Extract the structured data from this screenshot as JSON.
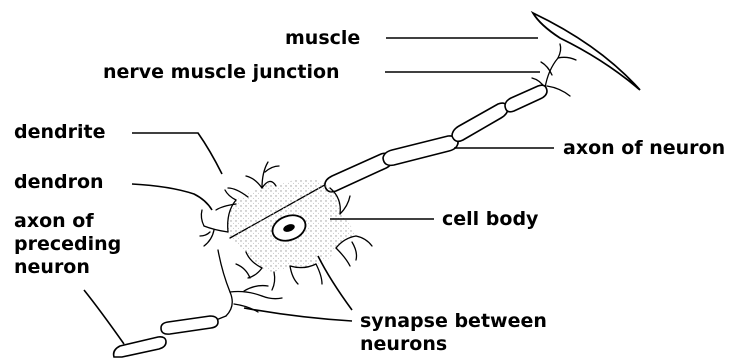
{
  "labels": {
    "muscle": "muscle",
    "nerve_muscle_junction": "nerve muscle junction",
    "dendrite": "dendrite",
    "dendron": "dendron",
    "axon_of_preceding_neuron": [
      "axon of",
      "preceding",
      "neuron"
    ],
    "axon_of_neuron": "axon of neuron",
    "cell_body": "cell body",
    "synapse_between_neurons": [
      "synapse between",
      "neurons"
    ]
  },
  "colors": {
    "ink": "#000000",
    "background": "#ffffff",
    "cytoplasm_stipple": "#9a9a9a"
  }
}
